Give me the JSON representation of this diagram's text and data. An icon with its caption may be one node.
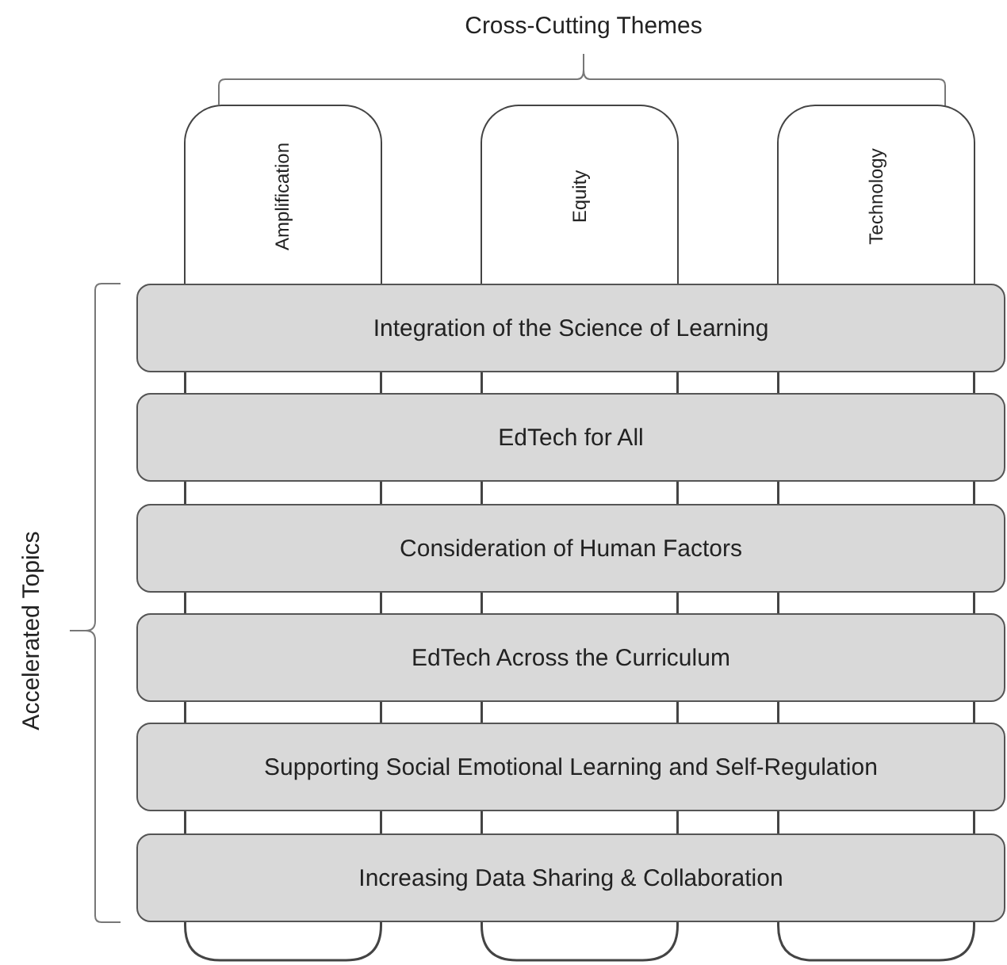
{
  "diagram": {
    "nodes": [
      {
        "text": [
          "Amplification"
        ]
      },
      {
        "text": [
          "Equity"
        ]
      },
      {
        "text": [
          "Technology"
        ]
      },
      {
        "text": [
          "Integration of the Science of Learning"
        ]
      },
      {
        "text": [
          "EdTech for All"
        ]
      },
      {
        "text": [
          "Consideration of Human Factors"
        ]
      },
      {
        "text": [
          "EdTech Across the Curriculum"
        ]
      },
      {
        "text": [
          "Supporting Social Emotional Learning and Self-Regulation"
        ]
      },
      {
        "text": [
          "Increasing Data Sharing & Collaboration"
        ]
      }
    ],
    "labels": [
      "Cross-Cutting Themes",
      "Accelerated Topics"
    ]
  }
}
